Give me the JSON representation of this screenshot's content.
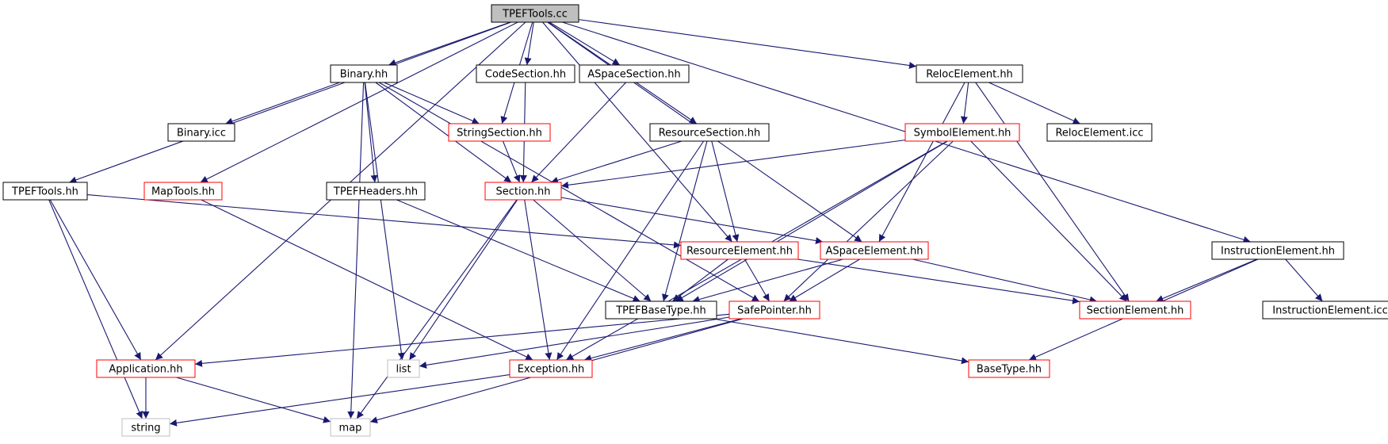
{
  "colors": {
    "edge": "#191970",
    "border_normal": "#000000",
    "border_incomplete": "#ff0000",
    "border_system": "#bfbfbf",
    "fill_root": "#bfbfbf",
    "fill_default": "#ffffff"
  },
  "nodes": [
    {
      "id": "tpeftools_cc",
      "label": "TPEFTools.cc",
      "kind": "root"
    },
    {
      "id": "tpeftools_hh",
      "label": "TPEFTools.hh",
      "kind": "normal"
    },
    {
      "id": "application_hh",
      "label": "Application.hh",
      "kind": "incomplete"
    },
    {
      "id": "maptools_hh",
      "label": "MapTools.hh",
      "kind": "incomplete"
    },
    {
      "id": "binary_hh",
      "label": "Binary.hh",
      "kind": "normal"
    },
    {
      "id": "binary_icc",
      "label": "Binary.icc",
      "kind": "normal"
    },
    {
      "id": "tpefheaders_hh",
      "label": "TPEFHeaders.hh",
      "kind": "normal"
    },
    {
      "id": "stringsection_hh",
      "label": "StringSection.hh",
      "kind": "incomplete"
    },
    {
      "id": "codesection_hh",
      "label": "CodeSection.hh",
      "kind": "normal"
    },
    {
      "id": "aspacesection_hh",
      "label": "ASpaceSection.hh",
      "kind": "normal"
    },
    {
      "id": "resourcesection_hh",
      "label": "ResourceSection.hh",
      "kind": "normal"
    },
    {
      "id": "section_hh",
      "label": "Section.hh",
      "kind": "incomplete"
    },
    {
      "id": "relocelement_hh",
      "label": "RelocElement.hh",
      "kind": "normal"
    },
    {
      "id": "symbolelement_hh",
      "label": "SymbolElement.hh",
      "kind": "incomplete"
    },
    {
      "id": "relocelement_icc",
      "label": "RelocElement.icc",
      "kind": "normal"
    },
    {
      "id": "resourceelement_hh",
      "label": "ResourceElement.hh",
      "kind": "incomplete"
    },
    {
      "id": "aspaceelement_hh",
      "label": "ASpaceElement.hh",
      "kind": "incomplete"
    },
    {
      "id": "instructionelement_hh",
      "label": "InstructionElement.hh",
      "kind": "normal"
    },
    {
      "id": "instructionelement_icc",
      "label": "InstructionElement.icc",
      "kind": "normal"
    },
    {
      "id": "tpefbasetype_hh",
      "label": "TPEFBaseType.hh",
      "kind": "normal"
    },
    {
      "id": "safepointer_hh",
      "label": "SafePointer.hh",
      "kind": "incomplete"
    },
    {
      "id": "sectionelement_hh",
      "label": "SectionElement.hh",
      "kind": "incomplete"
    },
    {
      "id": "list",
      "label": "list",
      "kind": "system"
    },
    {
      "id": "exception_hh",
      "label": "Exception.hh",
      "kind": "incomplete"
    },
    {
      "id": "basetype_hh",
      "label": "BaseType.hh",
      "kind": "incomplete"
    },
    {
      "id": "string",
      "label": "string",
      "kind": "system"
    },
    {
      "id": "map",
      "label": "map",
      "kind": "system"
    }
  ],
  "edges": [
    [
      "tpeftools_cc",
      "tpeftools_hh"
    ],
    [
      "tpeftools_cc",
      "application_hh"
    ],
    [
      "tpeftools_cc",
      "maptools_hh"
    ],
    [
      "tpeftools_cc",
      "binary_hh"
    ],
    [
      "tpeftools_cc",
      "stringsection_hh"
    ],
    [
      "tpeftools_cc",
      "codesection_hh"
    ],
    [
      "tpeftools_cc",
      "aspacesection_hh"
    ],
    [
      "tpeftools_cc",
      "resourcesection_hh"
    ],
    [
      "tpeftools_cc",
      "resourceelement_hh"
    ],
    [
      "tpeftools_cc",
      "aspaceelement_hh"
    ],
    [
      "tpeftools_cc",
      "relocelement_hh"
    ],
    [
      "tpeftools_cc",
      "instructionelement_hh"
    ],
    [
      "tpeftools_hh",
      "application_hh"
    ],
    [
      "tpeftools_hh",
      "string"
    ],
    [
      "tpeftools_hh",
      "resourceelement_hh"
    ],
    [
      "maptools_hh",
      "exception_hh"
    ],
    [
      "binary_hh",
      "binary_icc"
    ],
    [
      "binary_hh",
      "stringsection_hh"
    ],
    [
      "binary_hh",
      "section_hh"
    ],
    [
      "binary_hh",
      "tpefheaders_hh"
    ],
    [
      "binary_hh",
      "safepointer_hh"
    ],
    [
      "binary_hh",
      "list"
    ],
    [
      "binary_hh",
      "map"
    ],
    [
      "stringsection_hh",
      "section_hh"
    ],
    [
      "codesection_hh",
      "section_hh"
    ],
    [
      "aspacesection_hh",
      "section_hh"
    ],
    [
      "resourcesection_hh",
      "section_hh"
    ],
    [
      "resourcesection_hh",
      "resourceelement_hh"
    ],
    [
      "resourcesection_hh",
      "tpefbasetype_hh"
    ],
    [
      "resourcesection_hh",
      "exception_hh"
    ],
    [
      "tpefheaders_hh",
      "tpefbasetype_hh"
    ],
    [
      "section_hh",
      "aspaceelement_hh"
    ],
    [
      "section_hh",
      "tpefbasetype_hh"
    ],
    [
      "section_hh",
      "exception_hh"
    ],
    [
      "section_hh",
      "list"
    ],
    [
      "section_hh",
      "map"
    ],
    [
      "relocelement_hh",
      "symbolelement_hh"
    ],
    [
      "relocelement_hh",
      "relocelement_icc"
    ],
    [
      "relocelement_hh",
      "aspaceelement_hh"
    ],
    [
      "relocelement_hh",
      "sectionelement_hh"
    ],
    [
      "symbolelement_hh",
      "section_hh"
    ],
    [
      "symbolelement_hh",
      "sectionelement_hh"
    ],
    [
      "symbolelement_hh",
      "tpefbasetype_hh"
    ],
    [
      "symbolelement_hh",
      "safepointer_hh"
    ],
    [
      "symbolelement_hh",
      "exception_hh"
    ],
    [
      "resourceelement_hh",
      "tpefbasetype_hh"
    ],
    [
      "resourceelement_hh",
      "safepointer_hh"
    ],
    [
      "resourceelement_hh",
      "sectionelement_hh"
    ],
    [
      "aspaceelement_hh",
      "tpefbasetype_hh"
    ],
    [
      "aspaceelement_hh",
      "safepointer_hh"
    ],
    [
      "aspaceelement_hh",
      "sectionelement_hh"
    ],
    [
      "instructionelement_hh",
      "sectionelement_hh"
    ],
    [
      "instructionelement_hh",
      "instructionelement_icc"
    ],
    [
      "instructionelement_hh",
      "basetype_hh"
    ],
    [
      "tpefbasetype_hh",
      "basetype_hh"
    ],
    [
      "safepointer_hh",
      "application_hh"
    ],
    [
      "safepointer_hh",
      "list"
    ],
    [
      "safepointer_hh",
      "exception_hh"
    ],
    [
      "safepointer_hh",
      "map"
    ],
    [
      "application_hh",
      "string"
    ],
    [
      "application_hh",
      "map"
    ],
    [
      "exception_hh",
      "string"
    ]
  ]
}
